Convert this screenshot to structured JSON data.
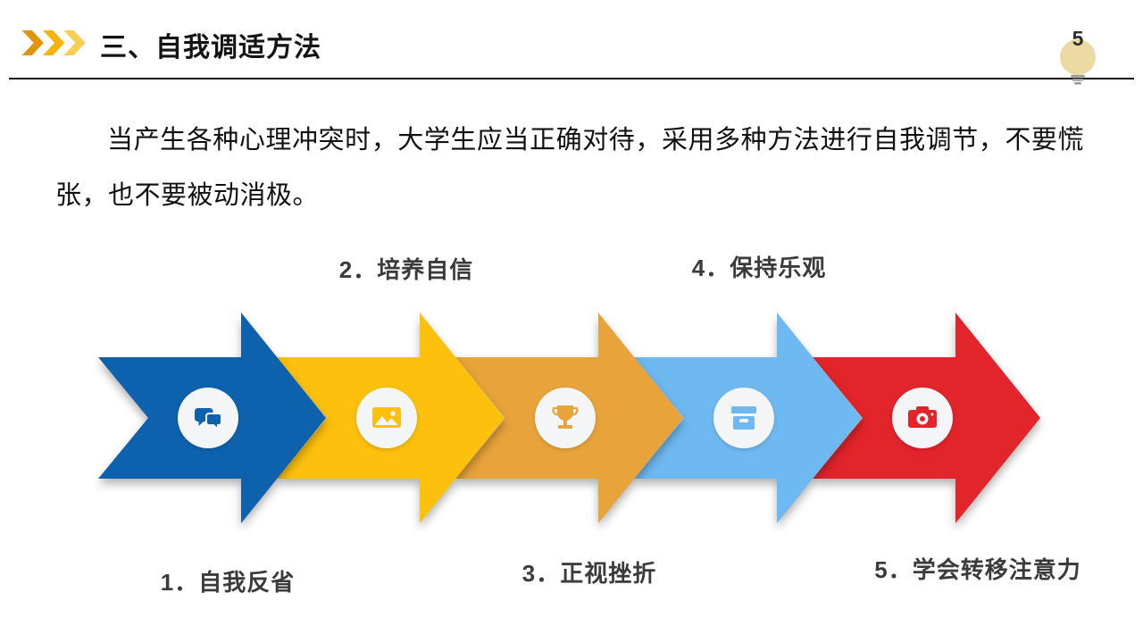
{
  "page": {
    "number": "5",
    "background_color": "#FFFFFF"
  },
  "header": {
    "title": "三、自我调适方法",
    "chevron_colors": [
      "#E1940A",
      "#F5B40B",
      "#F9CE55"
    ],
    "divider_color": "#141414",
    "bulb_color": "#ECD9A4",
    "bulb_base_color": "#9A9A9A"
  },
  "intro": {
    "text": "当产生各种心理冲突时，大学生应当正确对待，采用多种方法进行自我调节，不要慌张，也不要被动消极。"
  },
  "steps": [
    {
      "index": 1,
      "label": "1．自我反省",
      "color": "#0E62AD",
      "icon": "chat-icon",
      "label_position": "below"
    },
    {
      "index": 2,
      "label": "2．培养自信",
      "color": "#FDC00D",
      "icon": "photo-icon",
      "label_position": "above"
    },
    {
      "index": 3,
      "label": "3．正视挫折",
      "color": "#E8A43B",
      "icon": "trophy-icon",
      "label_position": "below"
    },
    {
      "index": 4,
      "label": "4．保持乐观",
      "color": "#6EB9F1",
      "icon": "storage-box-icon",
      "label_position": "above"
    },
    {
      "index": 5,
      "label": "5．学会转移注意力",
      "color": "#E2242B",
      "icon": "camera-icon",
      "label_position": "below"
    }
  ]
}
